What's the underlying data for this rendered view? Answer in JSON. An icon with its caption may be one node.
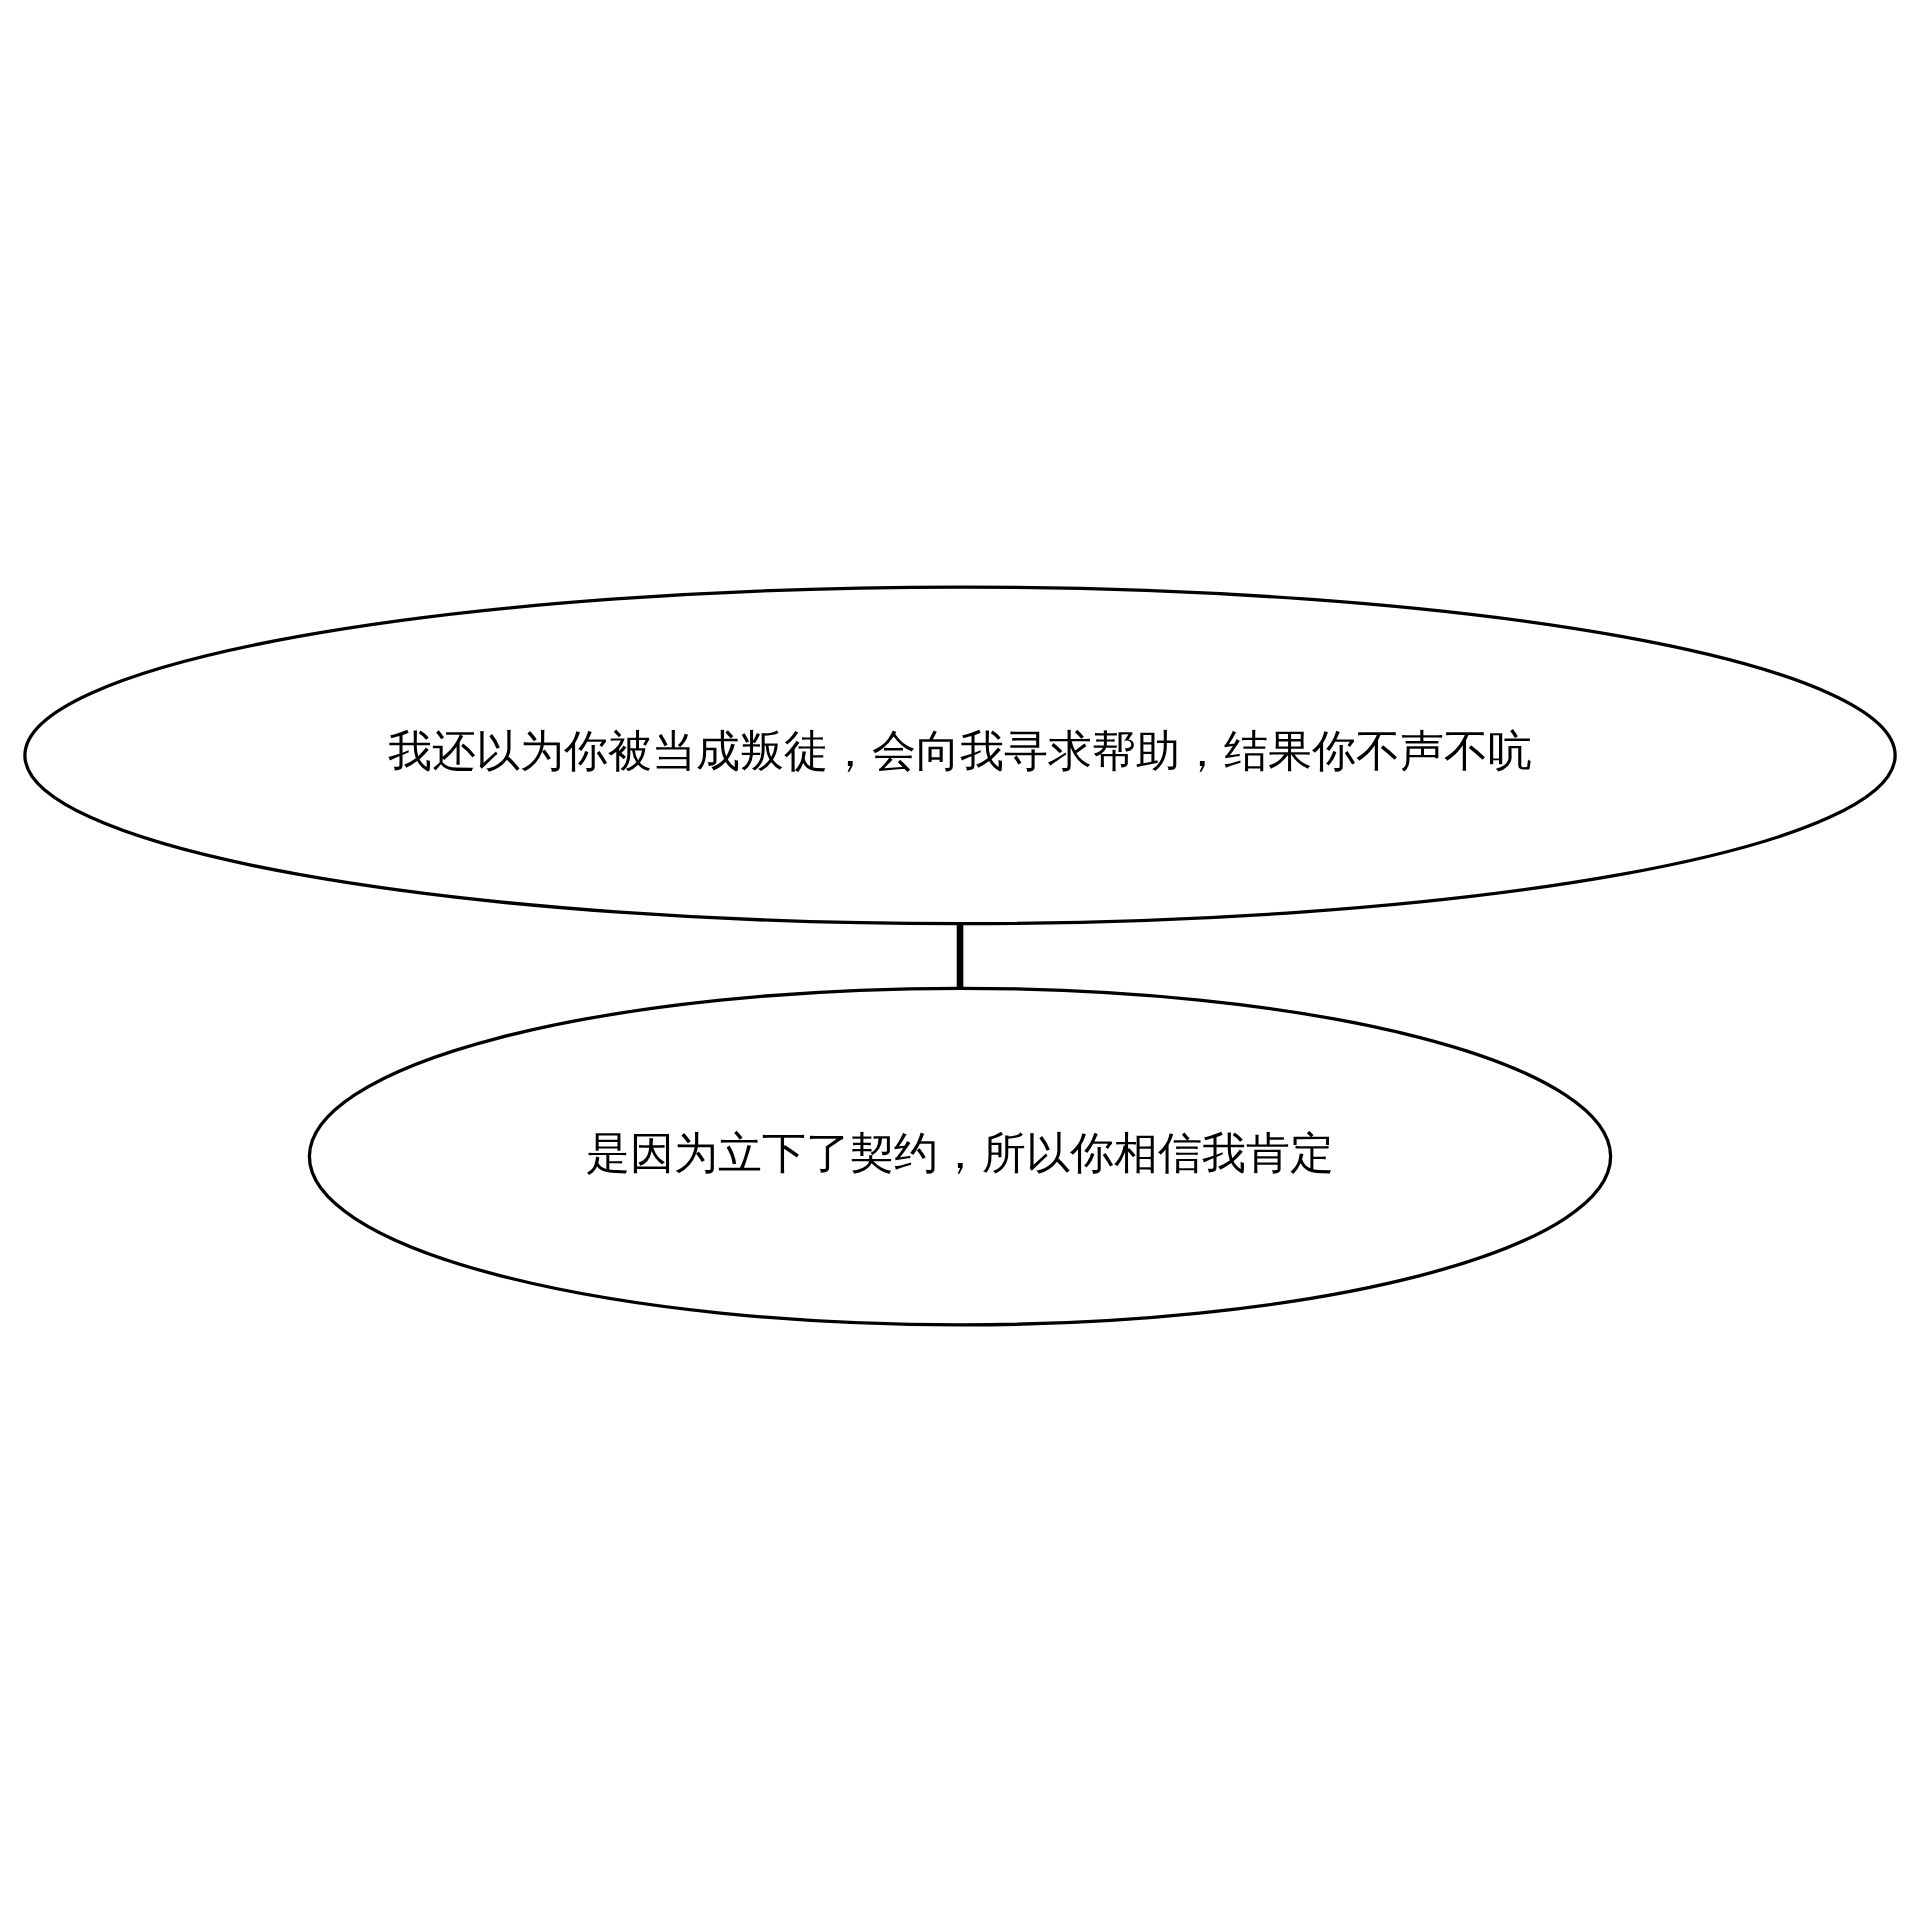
{
  "diagram": {
    "nodes": [
      {
        "text": [
          "我还以为你被当成叛徒，会向我寻求帮助，结果你不声不吭"
        ]
      },
      {
        "text": [
          "是因为立下了契约，所以你相信我肯定"
        ]
      }
    ],
    "edges": [
      {
        "from": 0,
        "to": 1,
        "arrow": "none"
      }
    ]
  }
}
